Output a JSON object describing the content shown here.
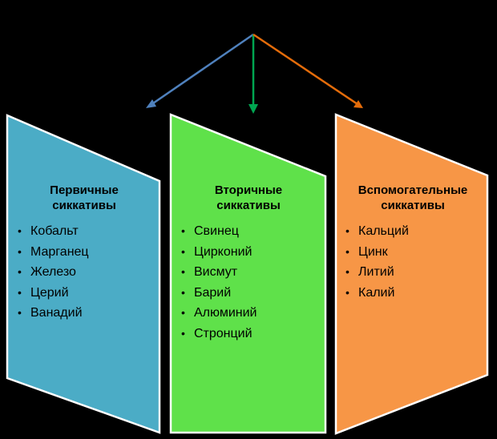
{
  "colors": {
    "background": "#000000",
    "panel_primary": "#4bacc6",
    "panel_secondary": "#5fe14a",
    "panel_auxiliary": "#f79646",
    "panel_border": "#ffffff",
    "arrow_left": "#4f81bd",
    "arrow_center": "#00a651",
    "arrow_right": "#e46c0a"
  },
  "panels": [
    {
      "title_line1": "Первичные",
      "title_line2": "сиккативы",
      "items": [
        "Кобальт",
        "Марганец",
        "Железо",
        "Церий",
        "Ванадий"
      ]
    },
    {
      "title_line1": "Вторичные",
      "title_line2": "сиккативы",
      "items": [
        "Свинец",
        "Цирконий",
        "Висмут",
        "Барий",
        "Алюминий",
        "Стронций"
      ]
    },
    {
      "title_line1": "Вспомогательные",
      "title_line2": "сиккативы",
      "items": [
        "Кальций",
        "Цинк",
        "Литий",
        "Калий"
      ]
    }
  ]
}
